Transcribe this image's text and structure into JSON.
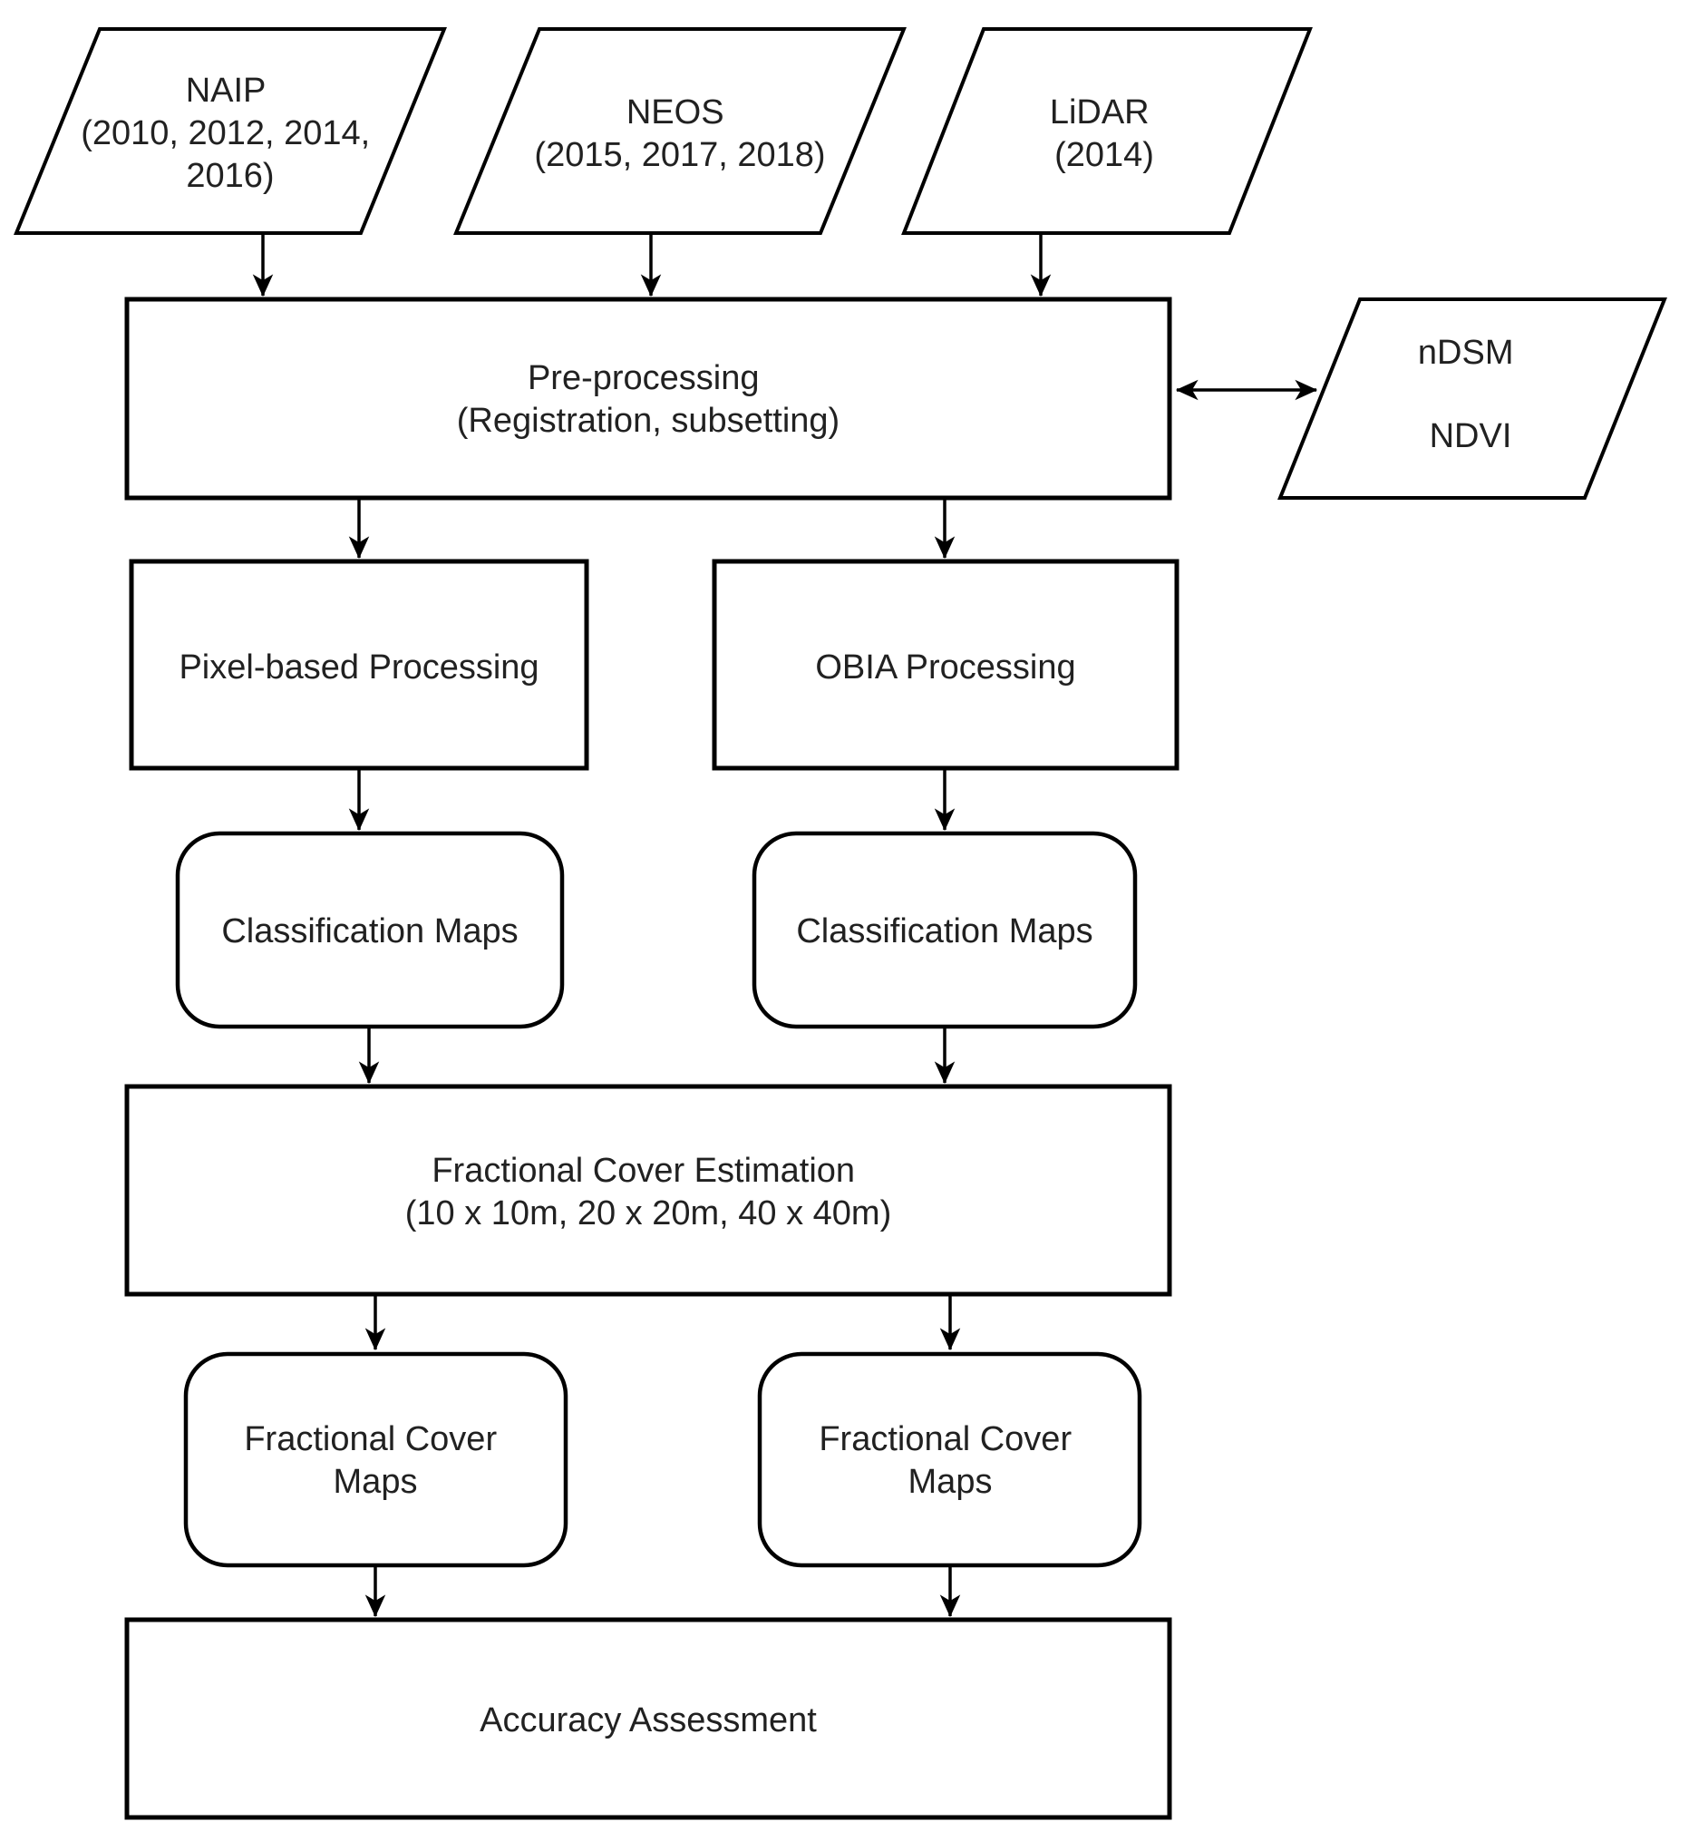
{
  "diagram": {
    "description": "Remote sensing data processing workflow flowchart",
    "colors": {
      "background": "#ffffff",
      "shape_fill": "#ffffff",
      "shape_stroke": "#000000",
      "text": "#212121"
    },
    "nodes": {
      "naip": {
        "shape": "parallelogram",
        "lines": [
          "NAIP",
          "(2010, 2012, 2014,",
          "2016)"
        ]
      },
      "neos": {
        "shape": "parallelogram",
        "lines": [
          "NEOS",
          "(2015, 2017, 2018)"
        ]
      },
      "lidar": {
        "shape": "parallelogram",
        "lines": [
          "LiDAR",
          "(2014)"
        ]
      },
      "preprocessing": {
        "shape": "rectangle",
        "lines": [
          "Pre-processing",
          "(Registration, subsetting)"
        ]
      },
      "ndsm_ndvi": {
        "shape": "parallelogram",
        "lines": [
          "nDSM",
          "NDVI"
        ]
      },
      "pixel": {
        "shape": "rectangle",
        "lines": [
          "Pixel-based Processing"
        ]
      },
      "obia": {
        "shape": "rectangle",
        "lines": [
          "OBIA Processing"
        ]
      },
      "classmaps_left": {
        "shape": "rounded-rectangle",
        "lines": [
          "Classification Maps"
        ]
      },
      "classmaps_right": {
        "shape": "rounded-rectangle",
        "lines": [
          "Classification Maps"
        ]
      },
      "fce": {
        "shape": "rectangle",
        "lines": [
          "Fractional Cover Estimation",
          "(10 x 10m, 20 x 20m, 40 x 40m)"
        ]
      },
      "fcmaps_left": {
        "shape": "rounded-rectangle",
        "lines": [
          "Fractional Cover",
          "Maps"
        ]
      },
      "fcmaps_right": {
        "shape": "rounded-rectangle",
        "lines": [
          "Fractional Cover",
          "Maps"
        ]
      },
      "accuracy": {
        "shape": "rectangle",
        "lines": [
          "Accuracy Assessment"
        ]
      }
    },
    "edges": [
      {
        "from": "naip",
        "to": "preprocessing",
        "bidirectional": false
      },
      {
        "from": "neos",
        "to": "preprocessing",
        "bidirectional": false
      },
      {
        "from": "lidar",
        "to": "preprocessing",
        "bidirectional": false
      },
      {
        "from": "preprocessing",
        "to": "ndsm_ndvi",
        "bidirectional": true
      },
      {
        "from": "preprocessing",
        "to": "pixel",
        "bidirectional": false
      },
      {
        "from": "preprocessing",
        "to": "obia",
        "bidirectional": false
      },
      {
        "from": "pixel",
        "to": "classmaps_left",
        "bidirectional": false
      },
      {
        "from": "obia",
        "to": "classmaps_right",
        "bidirectional": false
      },
      {
        "from": "classmaps_left",
        "to": "fce",
        "bidirectional": false
      },
      {
        "from": "classmaps_right",
        "to": "fce",
        "bidirectional": false
      },
      {
        "from": "fce",
        "to": "fcmaps_left",
        "bidirectional": false
      },
      {
        "from": "fce",
        "to": "fcmaps_right",
        "bidirectional": false
      },
      {
        "from": "fcmaps_left",
        "to": "accuracy",
        "bidirectional": false
      },
      {
        "from": "fcmaps_right",
        "to": "accuracy",
        "bidirectional": false
      }
    ]
  }
}
